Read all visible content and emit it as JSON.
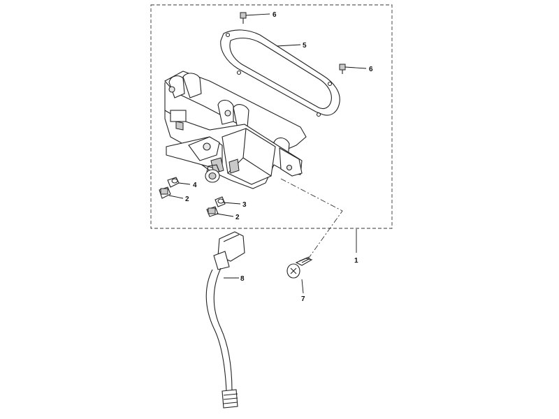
{
  "callouts": {
    "c1": "1",
    "c2a": "2",
    "c2b": "2",
    "c3": "3",
    "c4": "4",
    "c5": "5",
    "c6a": "6",
    "c6b": "6",
    "c7": "7",
    "c8": "8"
  }
}
